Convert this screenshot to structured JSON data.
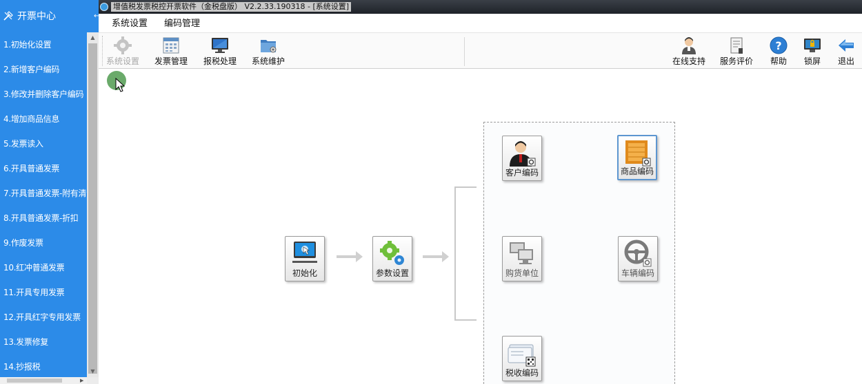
{
  "sidebar": {
    "title": "开票中心",
    "items": [
      {
        "label": "1.初始化设置"
      },
      {
        "label": "2.新增客户编码"
      },
      {
        "label": "3.修改并删除客户编码"
      },
      {
        "label": "4.增加商品信息"
      },
      {
        "label": "5.发票读入"
      },
      {
        "label": "6.开具普通发票"
      },
      {
        "label": "7.开具普通发票-附有清"
      },
      {
        "label": "8.开具普通发票-折扣"
      },
      {
        "label": "9.作废发票"
      },
      {
        "label": "10.红冲普通发票"
      },
      {
        "label": "11.开具专用发票"
      },
      {
        "label": "12.开具红字专用发票"
      },
      {
        "label": "13.发票修复"
      },
      {
        "label": "14.抄报税"
      }
    ]
  },
  "window": {
    "title": "增值税发票税控开票软件（金税盘版） V2.2.33.190318 - [系统设置]"
  },
  "menu": {
    "items": [
      {
        "label": "系统设置"
      },
      {
        "label": "编码管理"
      }
    ]
  },
  "toolbar": {
    "left": [
      {
        "label": "系统设置",
        "icon": "gear-icon",
        "disabled": true
      },
      {
        "label": "发票管理",
        "icon": "invoice-icon"
      },
      {
        "label": "报税处理",
        "icon": "monitor-icon"
      },
      {
        "label": "系统维护",
        "icon": "folder-icon"
      }
    ],
    "right": [
      {
        "label": "在线支持",
        "icon": "support-person-icon"
      },
      {
        "label": "服务评价",
        "icon": "evaluation-icon"
      },
      {
        "label": "帮助",
        "icon": "help-icon"
      },
      {
        "label": "锁屏",
        "icon": "lock-screen-icon"
      },
      {
        "label": "退出",
        "icon": "exit-arrow-icon"
      }
    ]
  },
  "workflow": {
    "init_label": "初始化",
    "params_label": "参数设置",
    "tiles": [
      {
        "label": "客户编码",
        "icon": "customer-icon"
      },
      {
        "label": "商品编码",
        "icon": "goods-icon",
        "selected": true
      },
      {
        "label": "购货单位",
        "icon": "buyer-unit-icon"
      },
      {
        "label": "车辆编码",
        "icon": "vehicle-icon"
      },
      {
        "label": "税收编码",
        "icon": "tax-code-icon"
      }
    ]
  },
  "colors": {
    "sidebar_blue": "#2c8be8",
    "title_bar": "#2a2e35",
    "selected_border": "#5c96d0"
  }
}
